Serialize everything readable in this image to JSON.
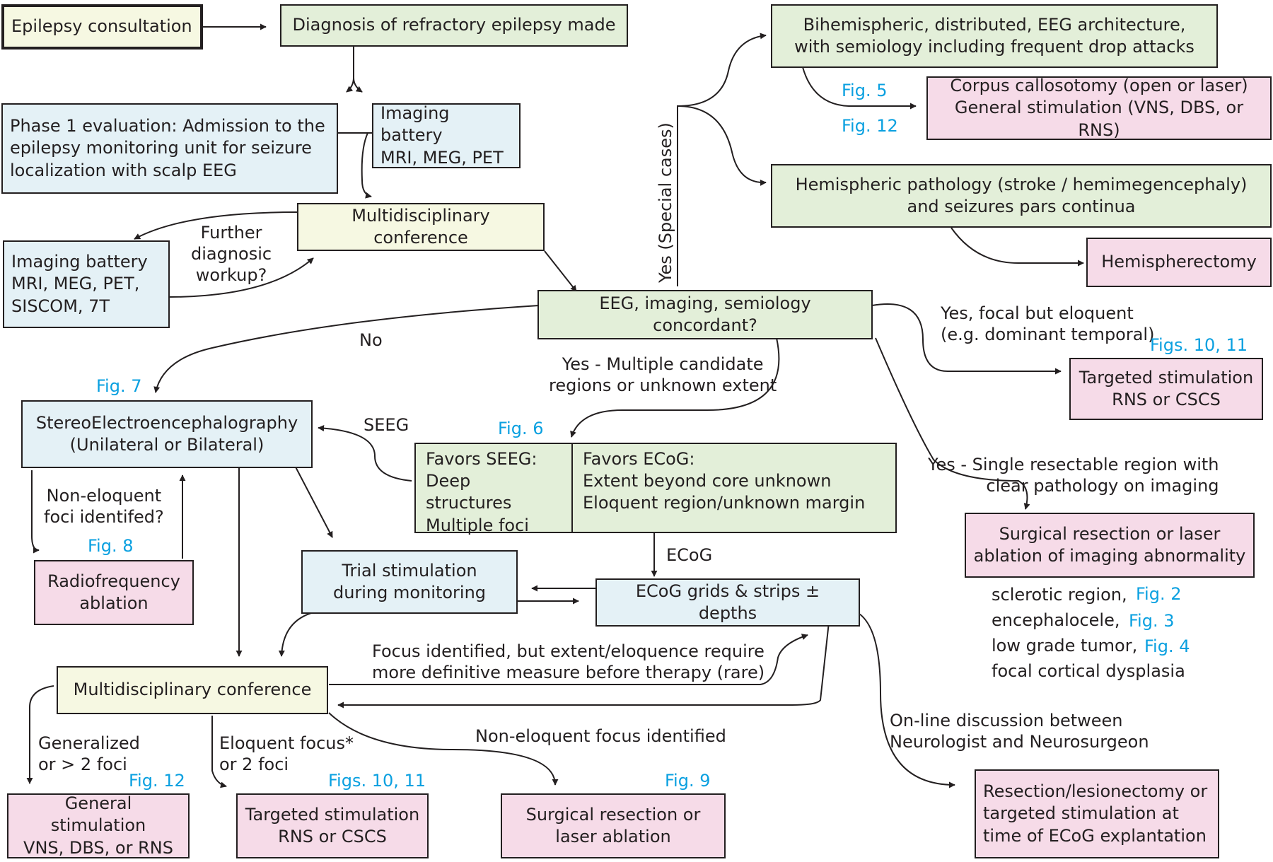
{
  "boxes": {
    "consult": "Epilepsy consultation",
    "diagnosis": "Diagnosis of refractory epilepsy made",
    "phase1": [
      "Phase 1 evaluation: Admission to the",
      "epilepsy monitoring unit for seizure",
      "localization with scalp EEG"
    ],
    "imaging1": [
      "Imaging battery",
      "MRI, MEG, PET"
    ],
    "mdc1": "Multidisciplinary conference",
    "imaging2": [
      "Imaging battery",
      "MRI, MEG, PET,",
      "SISCOM, 7T"
    ],
    "concordant": "EEG, imaging, semiology concordant?",
    "bihemi": [
      "Bihemispheric, distributed, EEG architecture,",
      "with semiology including frequent drop attacks"
    ],
    "callosotomy": [
      "Corpus callosotomy (open or laser)",
      "General stimulation (VNS, DBS, or RNS)"
    ],
    "hemipath": [
      "Hemispheric pathology (stroke / hemimegencephaly)",
      "and seizures pars continua"
    ],
    "hemispherectomy": "Hemispherectomy",
    "targeted_top": [
      "Targeted stimulation",
      "RNS or CSCS"
    ],
    "seeg": [
      "StereoElectroencephalography",
      "(Unilateral or Bilateral)"
    ],
    "favors_seeg": [
      "Favors SEEG:",
      "Deep structures",
      "Multiple foci"
    ],
    "favors_ecog": [
      "Favors ECoG:",
      "Extent beyond core unknown",
      "Eloquent region/unknown margin"
    ],
    "surgical_laser": [
      "Surgical resection or laser",
      "ablation of imaging abnormality"
    ],
    "rf_ablation": [
      "Radiofrequency",
      "ablation"
    ],
    "trial_stim": [
      "Trial stimulation",
      "during monitoring"
    ],
    "ecog_grids": "ECoG grids & strips ± depths",
    "mdc2": "Multidisciplinary conference",
    "general_stim": [
      "General stimulation",
      "VNS, DBS, or RNS"
    ],
    "targeted_bottom": [
      "Targeted stimulation",
      "RNS or CSCS"
    ],
    "surgical_bottom": [
      "Surgical resection or",
      "laser ablation"
    ],
    "resection_ecog": [
      "Resection/lesionectomy or",
      "targeted stimulation at",
      "time of ECoG explantation"
    ]
  },
  "labels": {
    "further": [
      "Further",
      "diagnosic",
      "workup?"
    ],
    "no": "No",
    "yes_special": "Yes (Special cases)",
    "yes_focal": [
      "Yes, focal but eloquent",
      "(e.g. dominant temporal)"
    ],
    "yes_multiple": [
      "Yes - Multiple candidate",
      "regions or unknown extent"
    ],
    "seeg_arrow": "SEEG",
    "yes_single": [
      "Yes - Single resectable region with",
      "clear pathology on imaging"
    ],
    "non_eloquent_q": [
      "Non-eloquent",
      "foci identifed?"
    ],
    "ecog_arrow": "ECoG",
    "sclerotic": "sclerotic region,",
    "encephalocele": "encephalocele,",
    "low_grade": "low grade tumor,",
    "fcd": "focal cortical dysplasia",
    "focus_identified": [
      "Focus identified, but extent/eloquence require",
      "more definitive measure before therapy (rare)"
    ],
    "online": [
      "On-line discussion between",
      "Neurologist and Neurosurgeon"
    ],
    "generalized": [
      "Generalized",
      "or > 2 foci"
    ],
    "eloquent_focus": [
      "Eloquent focus*",
      "or 2 foci"
    ],
    "non_eloquent_focus": "Non-eloquent focus identified"
  },
  "figs": {
    "fig5": "Fig. 5",
    "fig12_top": "Fig. 12",
    "figs10_11_top": "Figs. 10, 11",
    "fig7": "Fig. 7",
    "fig6": "Fig. 6",
    "fig8": "Fig. 8",
    "fig2": "Fig. 2",
    "fig3": "Fig. 3",
    "fig4": "Fig. 4",
    "fig12_bottom": "Fig. 12",
    "figs10_11_bottom": "Figs. 10, 11",
    "fig9": "Fig. 9"
  },
  "colors": {
    "green": "#e3efd9",
    "blue": "#e4f1f6",
    "pink": "#f6dbe8",
    "yellow": "#f6f8e2",
    "fig_link": "#0aa0e0",
    "stroke": "#231f20"
  }
}
